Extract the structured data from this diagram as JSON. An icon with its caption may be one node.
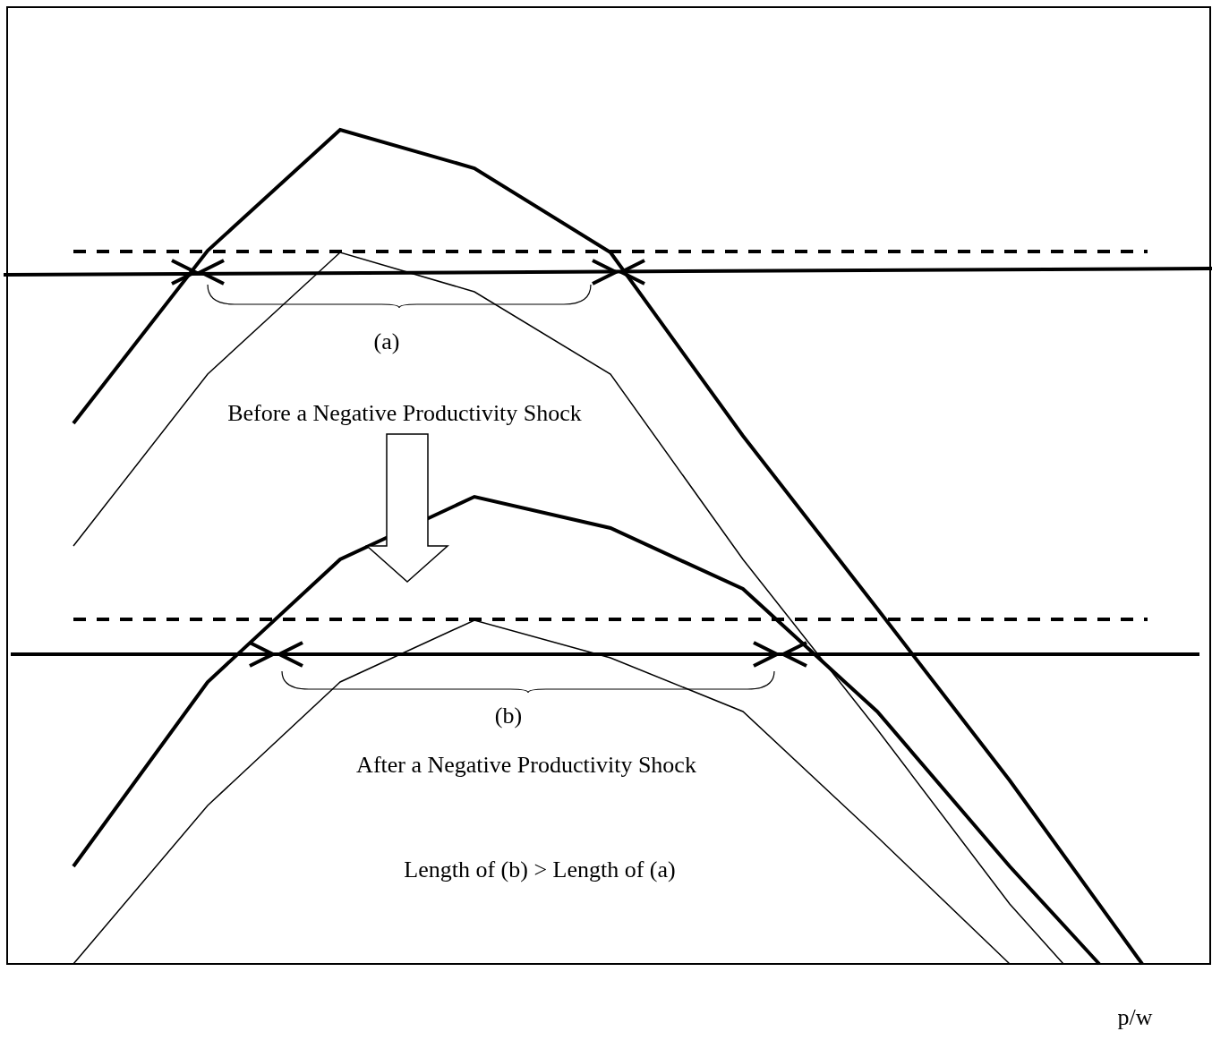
{
  "diagram": {
    "labels": [
      "(a)",
      "Before a Negative Productivity Shock",
      "(b)",
      "After a Negative Productivity Shock",
      "Length of (b) > Length of (a)",
      "p/w"
    ]
  }
}
